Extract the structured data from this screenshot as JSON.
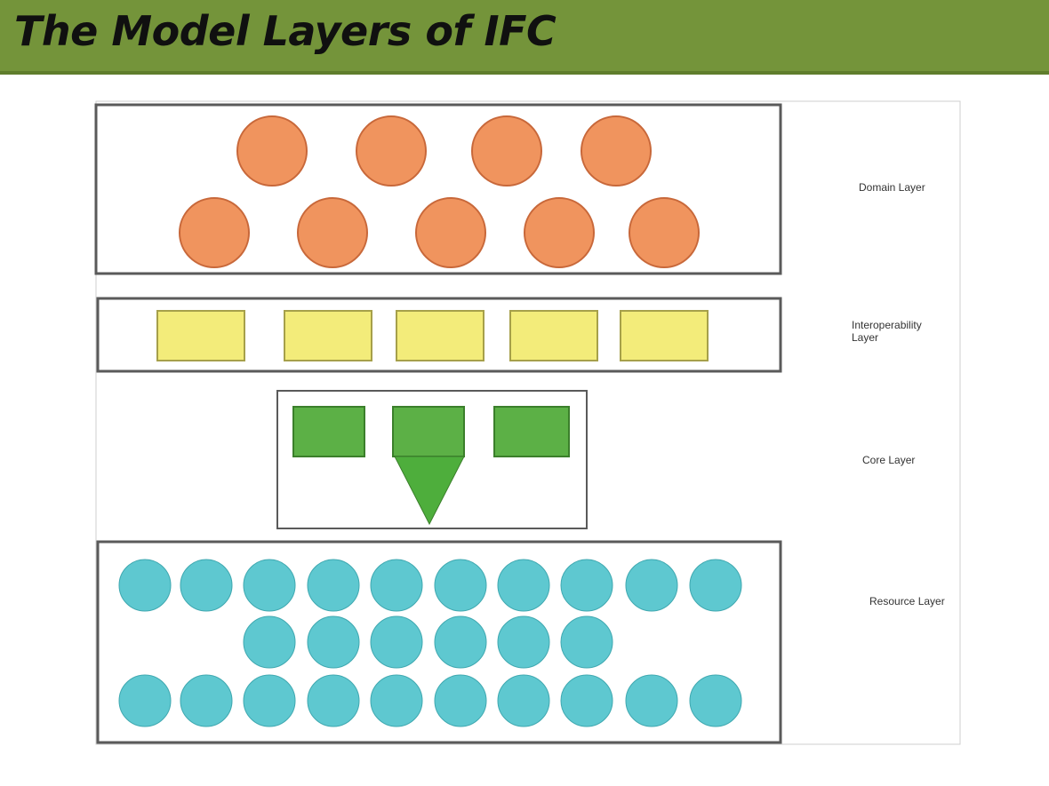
{
  "title": "The Model Layers of IFC",
  "layers": {
    "domain": {
      "label": "Domain Layer"
    },
    "interoperability": {
      "label_line1": "Interoperability",
      "label_line2": "Layer"
    },
    "core": {
      "label": "Core Layer"
    },
    "resource": {
      "label": "Resource Layer"
    }
  },
  "colors": {
    "title_bar": "#74943a",
    "domain_node": "#f0945e",
    "interop_node": "#f3ec7a",
    "core_node": "#5cb046",
    "resource_node": "#5ec8d0"
  }
}
